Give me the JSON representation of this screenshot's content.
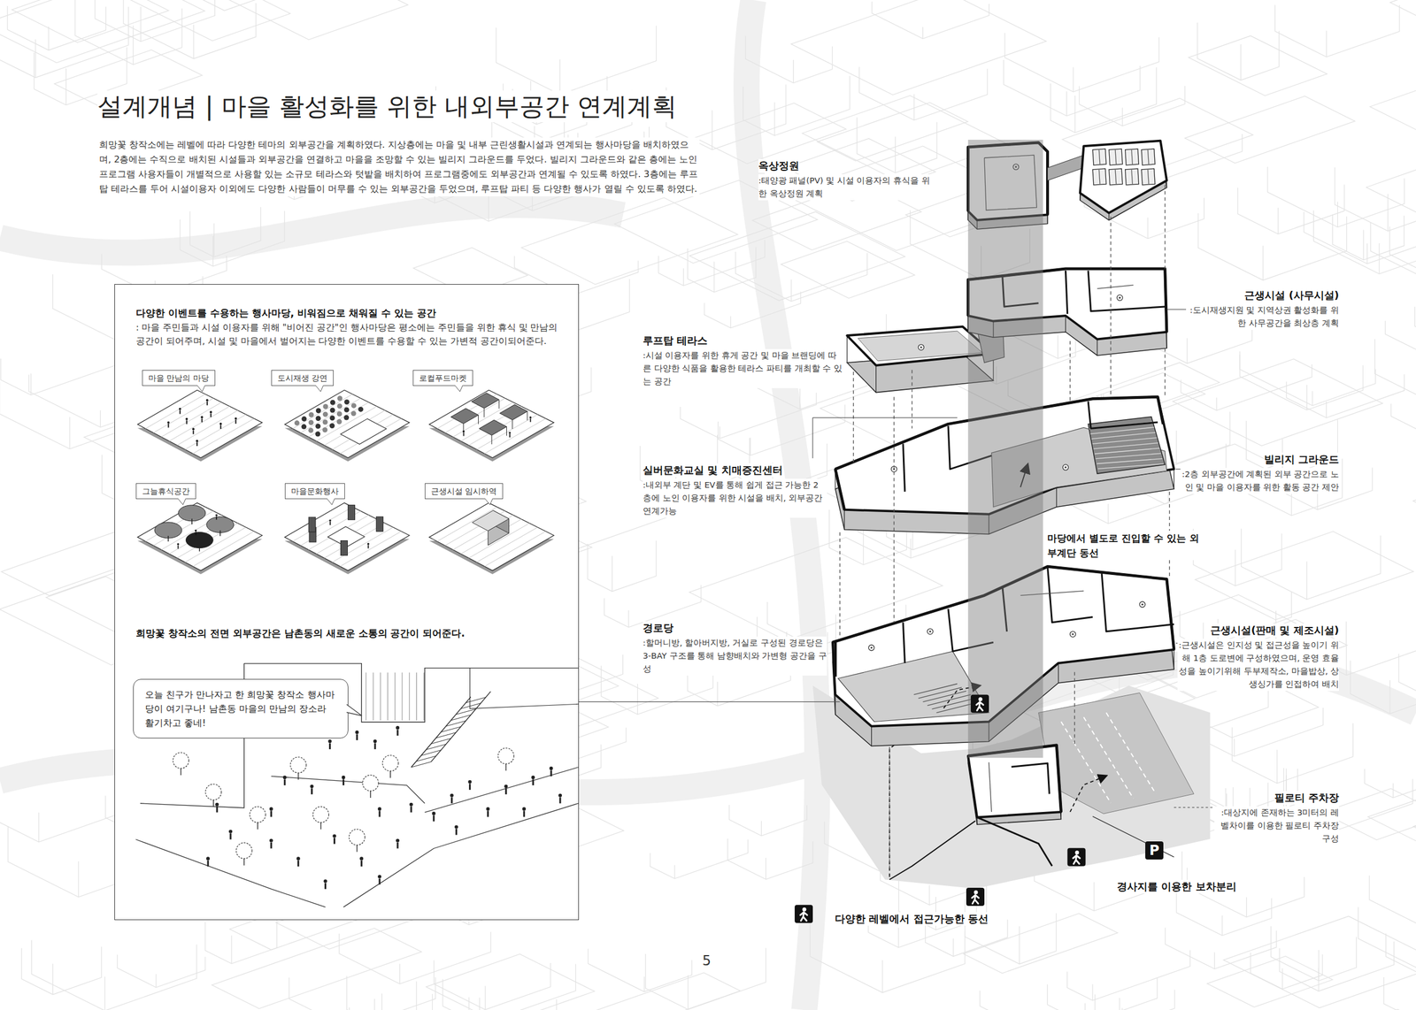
{
  "diagram": {
    "title": "설계개념 | 마을 활성화를 위한 내외부공간 연계계획",
    "nodes": [
      {
        "text": [
          "다양한 이벤트를 수용하는 행사마당, 비워짐으로 채워질 수 있는 공간",
          ": 마을 주민들과 시설 이용자를 위해 \"비어진 공간\"인 행사마당은 평소에는 주민들을 위한 휴식 및 만남의 공간이 되어주며, 시설 및 마을에서 벌어지는 다양한 이벤트를 수용할 수 있는 가변적 공간이되어준다.",
          "희망꽃 창작소의 전면 외부공간은 남촌동의 새로운 소통의 공간이 되어준다."
        ]
      },
      {
        "text": [
          "마을 만남의 마당"
        ],
        "in": 0
      },
      {
        "text": [
          "도시재생 강연"
        ],
        "in": 0
      },
      {
        "text": [
          "로컬푸드마켓"
        ],
        "in": 0
      },
      {
        "text": [
          "그늘휴식공간"
        ],
        "in": 0
      },
      {
        "text": [
          "마을문화행사"
        ],
        "in": 0
      },
      {
        "text": [
          "근생시설 임시하역"
        ],
        "in": 0
      },
      {
        "text": [
          "오늘 친구가 만나자고 한 희망꽃 창작소 행사마당이 여기구나! 남촌동 마을의 만남의 장소라 활기차고 좋네!"
        ],
        "in": 0
      }
    ],
    "labels": [
      "희망꽃 창작소에는 레벨에 따라 다양한 테마의 외부공간을 계획하였다. 지상층에는 마을 및 내부 근린생활시설과 연계되는 행사마당을 배치하였으며, 2층에는 수직으로 배치된 시설들과 외부공간을 연결하고 마을을 조망할 수 있는 빌리지 그라운드를 두었다. 빌리지 그라운드와 같은 층에는 노인프로그램 사용자들이 개별적으로 사용할 있는 소규모 테라스와 텃밭을 배치하여 프로그램중에도 외부공간과 연계될 수 있도록 하였다. 3층에는 루프탑 테라스를 두어 시설이용자 이외에도 다양한 사람들이 머무를 수 있는 외부공간을 두었으며, 루프탑 파티 등 다양한 행사가 열릴 수 있도록 하였다.",
      "옥상정원",
      ":태양광 패널(PV) 및 시설 이용자의 휴식을 위한 옥상정원 계획",
      "근생시설 (사무시설)",
      ":도시재생지원 및 지역상권 활성화를 위한 사무공간을 최상층 계획",
      "루프탑 테라스",
      ":시설 이용자를 위한 휴게 공간 및 마을 브랜딩에 따른 다양한 식품을 활용한 테라스 파티를 개최할 수 있는 공간",
      "빌리지 그라운드",
      ":2층 외부공간에 계획된 외부 공간으로 노인 및 마을 이용자를 위한 활동 공간 제안",
      "실버문화교실 및 치매증진센터",
      ":내외부 계단 및 EV를 통해 쉽게 접근 가능한 2층에 노인 이용자를 위한 시설을 배치, 외부공간 연계가능",
      "마당에서 별도로 진입할 수 있는 외부계단 동선",
      "경로당",
      ":할머니방, 할아버지방, 거실로 구성된 경로당은 3-BAY 구조를 통해 남향배치와 가변형 공간을 구성",
      "근생시설(판매 및 제조시설)",
      ":근생시설은 인지성 및 접근성을 높이기 위해 1층 도로변에 구성하였으며, 운영 효율성을 높이기위해 두부제작소, 마을밥상, 상생싱가를 인접하여 배치",
      "필로티 주차장",
      ":대상지에 존재하는 3미터의 레벨차이를 이용한 필로티 주차장 구성",
      "P",
      "경사지를 이용한 보차분리",
      "다양한 레벨에서 접근가능한 동선",
      "5"
    ]
  }
}
